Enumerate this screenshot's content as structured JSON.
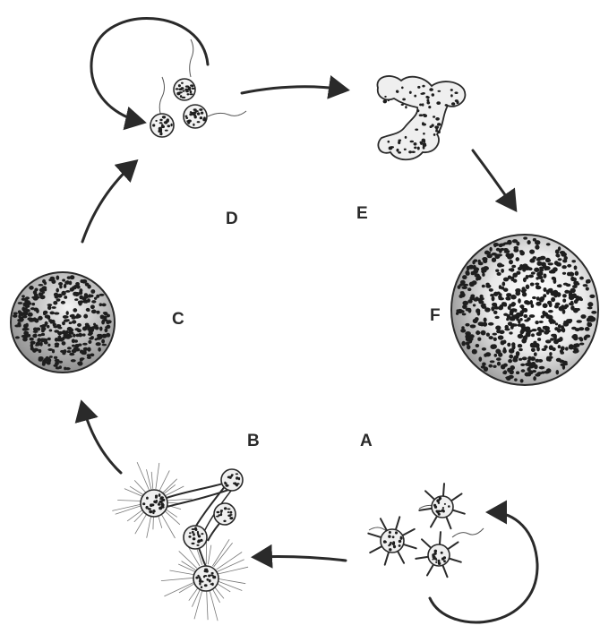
{
  "diagram": {
    "stages": [
      {
        "id": "A",
        "label": "A",
        "form": "stellate-cell-group",
        "icon": "spiky-cells-icon"
      },
      {
        "id": "B",
        "label": "B",
        "form": "ciliated-connected-cells",
        "icon": "dividing-cells-icon"
      },
      {
        "id": "C",
        "label": "C",
        "form": "large-sphere",
        "icon": "sphere-icon"
      },
      {
        "id": "D",
        "label": "D",
        "form": "flagellated-cell-group",
        "icon": "flagellated-cells-icon"
      },
      {
        "id": "E",
        "label": "E",
        "form": "irregular-aggregate",
        "icon": "aggregate-icon"
      },
      {
        "id": "F",
        "label": "F",
        "form": "large-sphere",
        "icon": "sphere-icon"
      }
    ],
    "transitions": [
      {
        "from": "A",
        "to": "B"
      },
      {
        "from": "B",
        "to": "C"
      },
      {
        "from": "C",
        "to": "D"
      },
      {
        "from": "D",
        "to": "E"
      },
      {
        "from": "E",
        "to": "F"
      }
    ],
    "self_loops": [
      "A",
      "D"
    ],
    "colors": {
      "ink": "#2a2a2a",
      "dots": "#1e1e1e",
      "background": "#ffffff"
    }
  }
}
